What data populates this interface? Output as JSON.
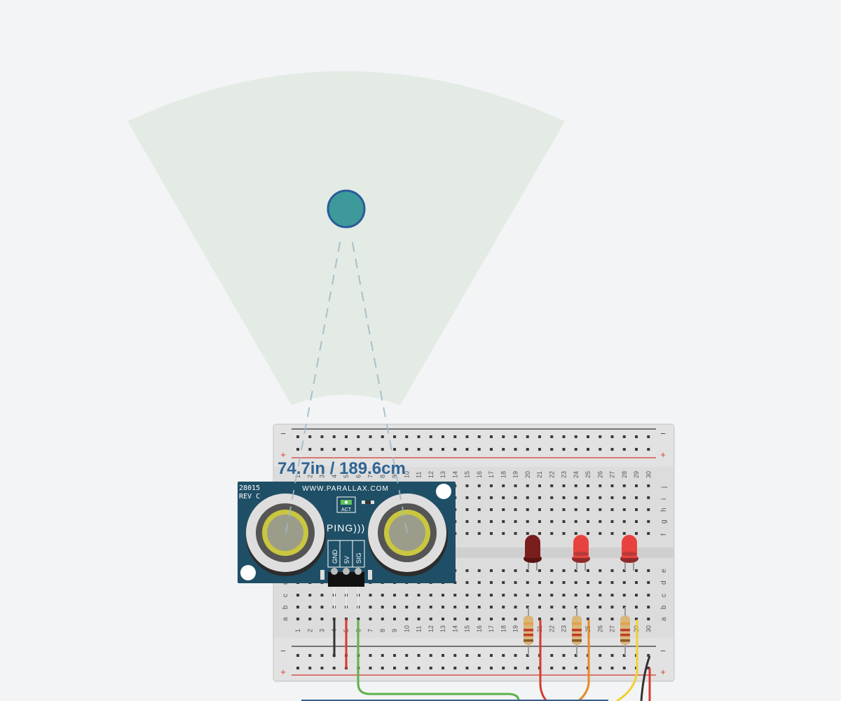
{
  "simulation": {
    "distance_readout": "74.7in / 189.6cm"
  },
  "sensor": {
    "model": "28015",
    "revision": "REV C",
    "website": "WWW.PARALLAX.COM",
    "act_label": "ACT",
    "brand": "PING)))",
    "pins": [
      "GND",
      "5V",
      "SIG"
    ]
  },
  "breadboard": {
    "rail_minus": "−",
    "rail_plus": "+",
    "columns": [
      "1",
      "2",
      "3",
      "4",
      "5",
      "6",
      "7",
      "8",
      "9",
      "10",
      "11",
      "12",
      "13",
      "14",
      "15",
      "16",
      "17",
      "18",
      "19",
      "20",
      "21",
      "22",
      "23",
      "24",
      "25",
      "26",
      "27",
      "28",
      "29",
      "30"
    ],
    "rows_top": [
      "j",
      "i",
      "h",
      "g",
      "f"
    ],
    "rows_bottom": [
      "e",
      "d",
      "c",
      "b",
      "a"
    ]
  },
  "leds": [
    {
      "color": "#7a1d1d",
      "state": "off"
    },
    {
      "color": "#e8423f",
      "state": "on"
    },
    {
      "color": "#e8423f",
      "state": "on"
    }
  ],
  "colors": {
    "detection_zone": "#e3ebe4",
    "target": "#3e9a9a",
    "sensor_board": "#1f4f66",
    "readout": "#2f6494",
    "wire_black": "#333333",
    "wire_red": "#d63a2f",
    "wire_green": "#5fb14a",
    "wire_orange": "#e58a26",
    "wire_yellow": "#f2d12f"
  }
}
